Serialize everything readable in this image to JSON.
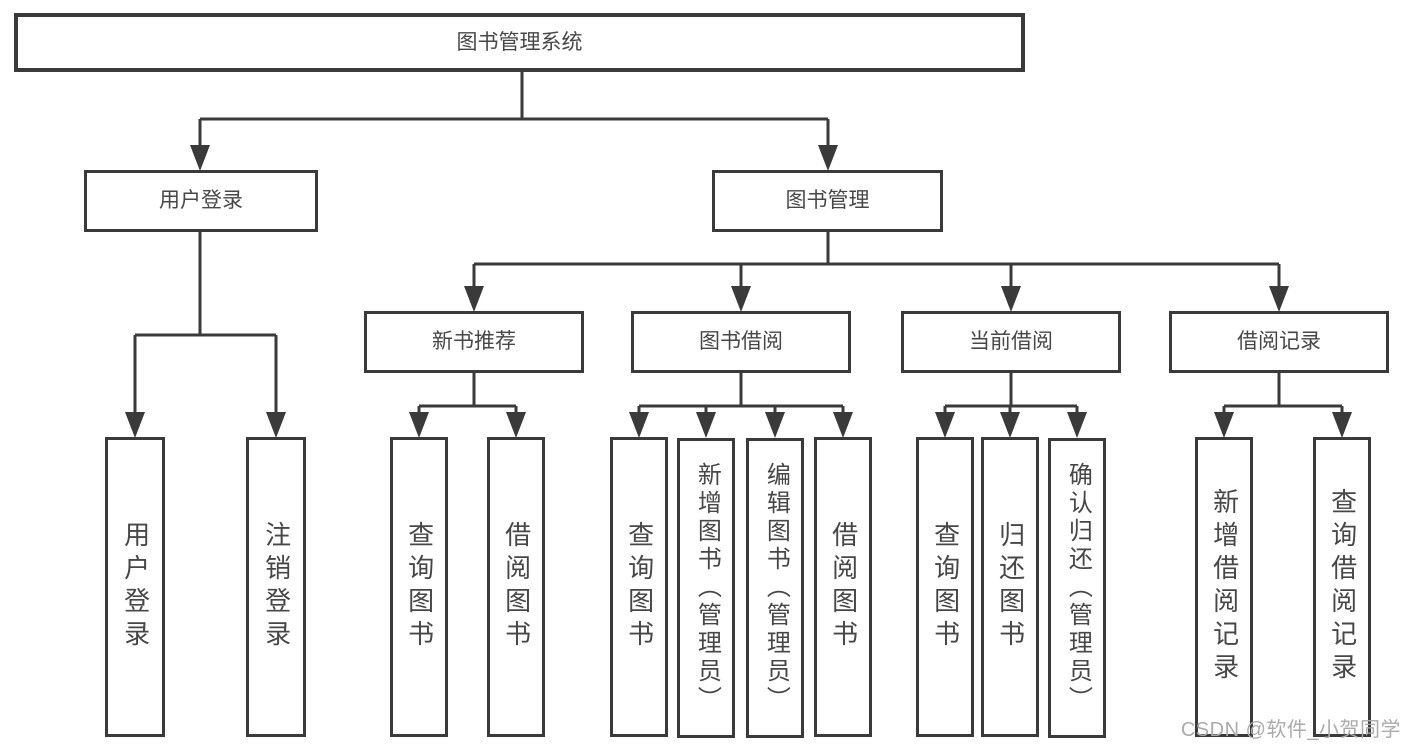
{
  "tree": {
    "root": "图书管理系统",
    "branches": [
      {
        "label": "用户登录",
        "leaves": [
          "用户登录",
          "注销登录"
        ]
      },
      {
        "label": "图书管理",
        "groups": [
          {
            "label": "新书推荐",
            "leaves": [
              "查询图书",
              "借阅图书"
            ]
          },
          {
            "label": "图书借阅",
            "leaves": [
              "查询图书",
              "新增图书（管理员）",
              "编辑图书（管理员）",
              "借阅图书"
            ]
          },
          {
            "label": "当前借阅",
            "leaves": [
              "查询图书",
              "归还图书",
              "确认归还（管理员）"
            ]
          },
          {
            "label": "借阅记录",
            "leaves": [
              "新增借阅记录",
              "查询借阅记录"
            ]
          }
        ]
      }
    ]
  },
  "watermark": {
    "text": "CSDN @软件_小贺同学"
  },
  "colors": {
    "line": "#3a3a3a",
    "box_border": "#3a3a3a",
    "text": "#474747",
    "watermark": "#ababab",
    "background": "#ffffff"
  }
}
